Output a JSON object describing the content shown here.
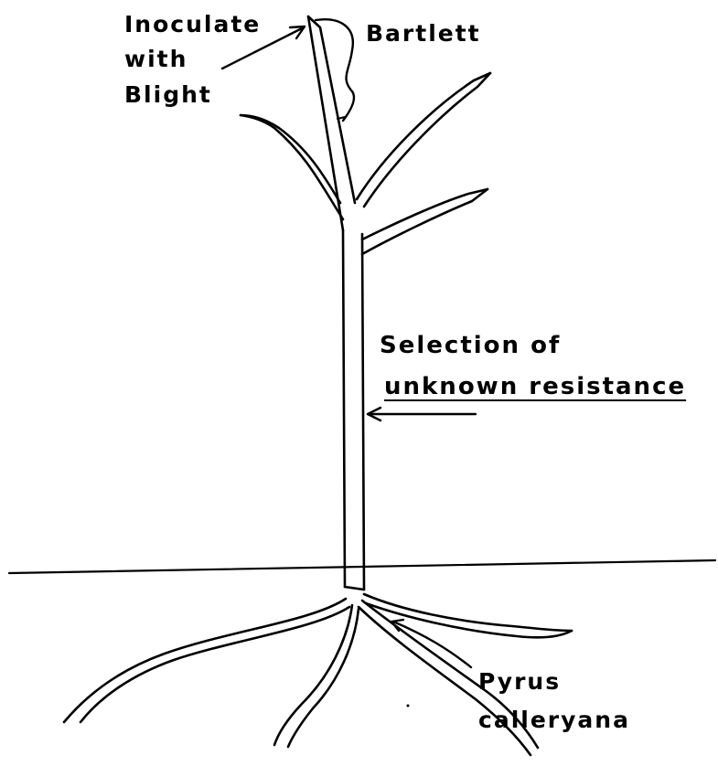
{
  "labels": {
    "inoculate_line1": "Inoculate",
    "inoculate_line2": "with",
    "inoculate_line3": "Blight",
    "bartlett": "Bartlett",
    "selection_line1": "Selection of",
    "selection_line2": "unknown resistance",
    "pyrus_line1": "Pyrus",
    "pyrus_line2": "calleryana"
  },
  "colors": {
    "ink": "#000000",
    "background": "#ffffff"
  }
}
